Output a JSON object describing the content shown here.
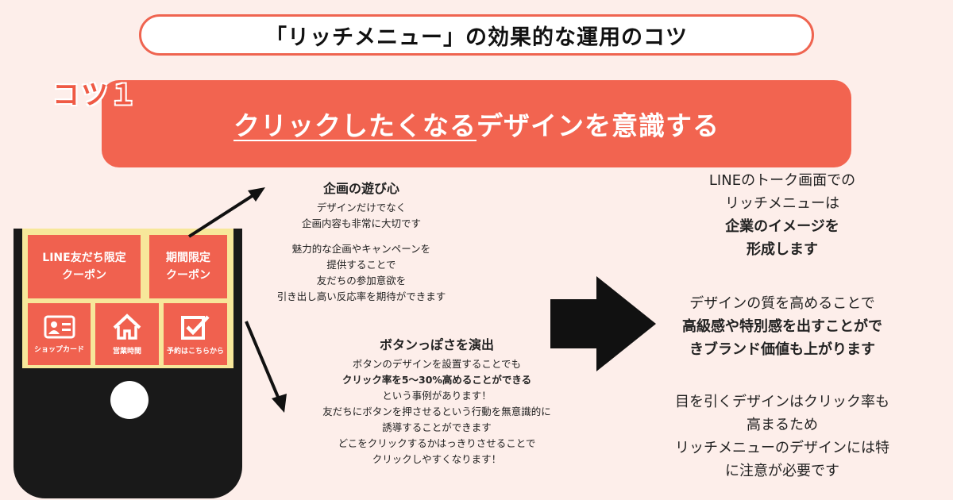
{
  "header": {
    "title": "「リッチメニュー」の効果的な運用のコツ"
  },
  "tip": {
    "label": "コツ１",
    "banner_underlined": "クリックしたくなる",
    "banner_rest": "デザインを意識する"
  },
  "phone_menu": {
    "tile_friend_coupon": [
      "LINE友だち限定",
      "クーポン"
    ],
    "tile_period_coupon": [
      "期間限定",
      "クーポン"
    ],
    "tile_shop_card": "ショップカード",
    "tile_business_hours": "営業時間",
    "tile_reservation": "予約はこちらから"
  },
  "section_fun": {
    "heading": "企画の遊び心",
    "lines": [
      "デザインだけでなく",
      "企画内容も非常に大切です",
      "",
      "魅力的な企画やキャンペーンを",
      "提供することで",
      "友だちの参加意欲を",
      "引き出し高い反応率を期待ができます"
    ]
  },
  "section_button": {
    "heading": "ボタンっぽさを演出",
    "line1": "ボタンのデザインを設置することでも",
    "line2_bold": "クリック率を5〜30%高めることができる",
    "lines_rest": [
      "という事例があります！",
      "友だちにボタンを押させるという行動を無意識的に",
      "誘導することができます",
      "どこをクリックするかはっきりさせることで",
      "クリックしやすくなります！"
    ]
  },
  "right_column": {
    "block1_line1": "LINEのトーク画面での",
    "block1_line2": "リッチメニューは",
    "block1_bold1": "企業のイメージを",
    "block1_bold2": "形成します",
    "block2_line1": "デザインの質を高めることで",
    "block2_bold1": "高級感や特別感を出すことがで",
    "block2_bold2": "きブランド価値も上がります",
    "block3_lines": [
      "目を引くデザインはクリック率も",
      "高まるため",
      "リッチメニューのデザインには特",
      "に注意が必要です"
    ]
  },
  "colors": {
    "accent": "#f26450",
    "background": "#fdeeea",
    "phone_screen": "#f7e79a",
    "phone_body": "#191919"
  }
}
